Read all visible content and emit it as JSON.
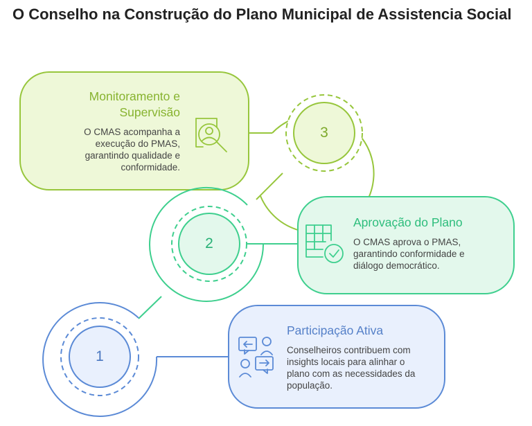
{
  "title": "O Conselho na Construção do Plano Municipal de Assistencia Social",
  "steps": [
    {
      "number": "1",
      "title": "Participação Ativa",
      "description": "Conselheiros contribuem com insights locais para alinhar o plano com as necessidades da população.",
      "icon": "people-exchange-icon",
      "color": "#5b8ad6",
      "fill": "#e9f0fd"
    },
    {
      "number": "2",
      "title": "Aprovação do Plano",
      "description": "O CMAS aprova o PMAS, garantindo conformidade e diálogo democrático.",
      "icon": "document-check-icon",
      "color": "#3ecf8e",
      "fill": "#e3f8ec"
    },
    {
      "number": "3",
      "title": "Monitoramento e Supervisão",
      "description": "O CMAS acompanha a execução do PMAS, garantindo qualidade e conformidade.",
      "icon": "user-search-icon",
      "color": "#97c63c",
      "fill": "#eef8d8"
    }
  ]
}
